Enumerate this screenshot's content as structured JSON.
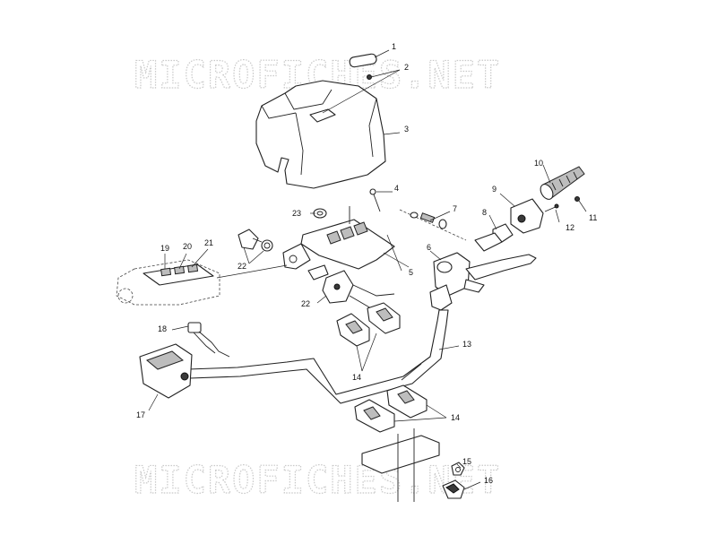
{
  "watermark": {
    "top_text": "MICROFICHES.NET",
    "bottom_text": "MICROFICHES.NET",
    "color": "#c9c9c9"
  },
  "callouts": [
    {
      "id": "c1",
      "label": "1"
    },
    {
      "id": "c2",
      "label": "2"
    },
    {
      "id": "c3",
      "label": "3"
    },
    {
      "id": "c4",
      "label": "4"
    },
    {
      "id": "c5",
      "label": "5"
    },
    {
      "id": "c6",
      "label": "6"
    },
    {
      "id": "c7",
      "label": "7"
    },
    {
      "id": "c8",
      "label": "8"
    },
    {
      "id": "c9",
      "label": "9"
    },
    {
      "id": "c10",
      "label": "10"
    },
    {
      "id": "c11",
      "label": "11"
    },
    {
      "id": "c12",
      "label": "12"
    },
    {
      "id": "c13",
      "label": "13"
    },
    {
      "id": "c14a",
      "label": "14"
    },
    {
      "id": "c14b",
      "label": "14"
    },
    {
      "id": "c15",
      "label": "15"
    },
    {
      "id": "c16",
      "label": "16"
    },
    {
      "id": "c17",
      "label": "17"
    },
    {
      "id": "c18",
      "label": "18"
    },
    {
      "id": "c19",
      "label": "19"
    },
    {
      "id": "c20",
      "label": "20"
    },
    {
      "id": "c21",
      "label": "21"
    },
    {
      "id": "c22a",
      "label": "22"
    },
    {
      "id": "c22b",
      "label": "22"
    },
    {
      "id": "c23",
      "label": "23"
    }
  ]
}
